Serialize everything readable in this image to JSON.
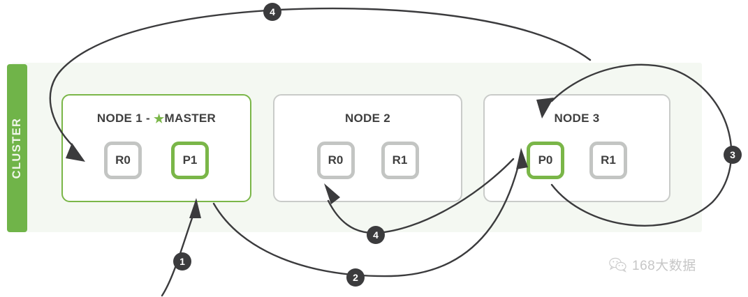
{
  "cluster": {
    "label": "CLUSTER",
    "accent_color": "#70b449",
    "panel_color": "#f4f8f2"
  },
  "nodes": [
    {
      "id": "node-1",
      "title_prefix": "NODE 1 - ",
      "star": "★",
      "title_suffix": "MASTER",
      "is_master": true,
      "shards": [
        {
          "label": "R0",
          "role": "replica"
        },
        {
          "label": "P1",
          "role": "primary"
        }
      ]
    },
    {
      "id": "node-2",
      "title_prefix": "NODE 2",
      "star": "",
      "title_suffix": "",
      "is_master": false,
      "shards": [
        {
          "label": "R0",
          "role": "replica"
        },
        {
          "label": "R1",
          "role": "replica"
        }
      ]
    },
    {
      "id": "node-3",
      "title_prefix": "NODE 3",
      "star": "",
      "title_suffix": "",
      "is_master": false,
      "shards": [
        {
          "label": "P0",
          "role": "primary"
        },
        {
          "label": "R1",
          "role": "replica"
        }
      ]
    }
  ],
  "steps": [
    {
      "id": "badge-top4",
      "label": "4"
    },
    {
      "id": "badge-mid4",
      "label": "4"
    },
    {
      "id": "badge-one",
      "label": "1"
    },
    {
      "id": "badge-two",
      "label": "2"
    },
    {
      "id": "badge-three",
      "label": "3"
    }
  ],
  "watermark": {
    "icon": "wechat-icon",
    "text": "168大数据"
  },
  "colors": {
    "primary_green": "#7ab648",
    "replica_grey": "#c3c5c3",
    "arrow_dark": "#3b3b3d",
    "text_dark": "#3f3f3f"
  }
}
